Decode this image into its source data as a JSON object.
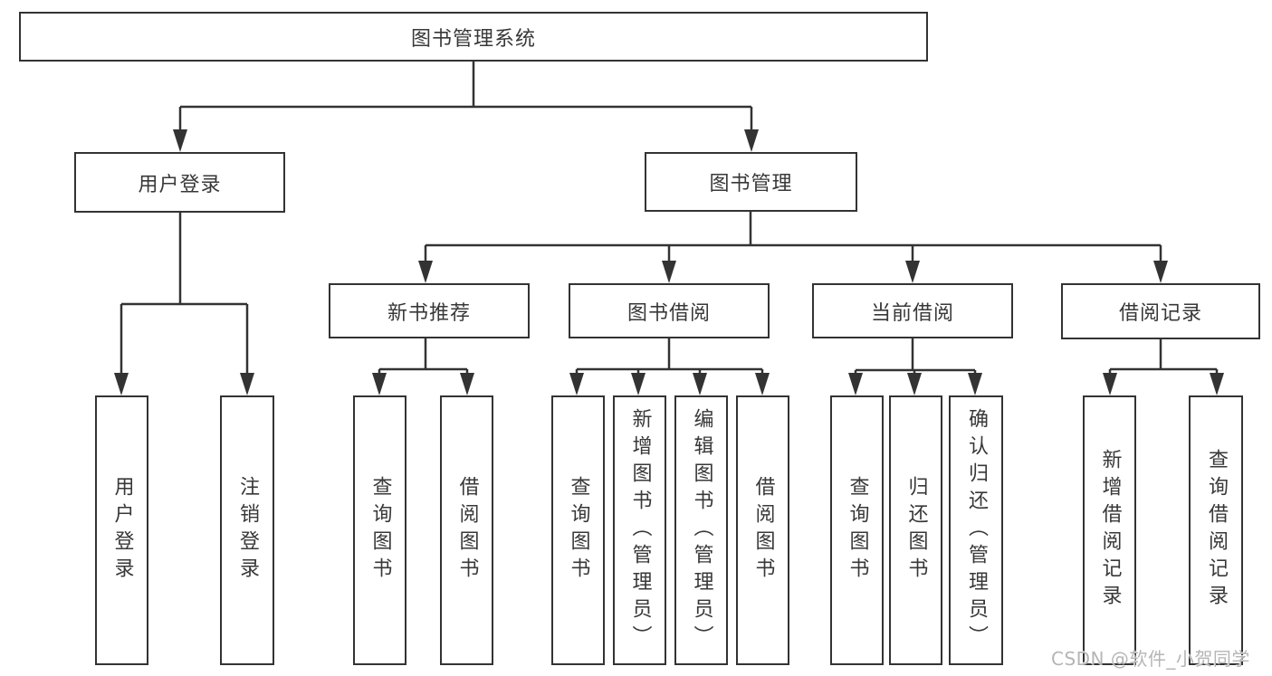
{
  "diagram": {
    "root": {
      "label": "图书管理系统"
    },
    "branches": [
      {
        "label": "用户登录",
        "children": [
          {
            "label": "用户登录"
          },
          {
            "label": "注销登录"
          }
        ]
      },
      {
        "label": "图书管理",
        "children": [
          {
            "label": "新书推荐",
            "children": [
              {
                "label": "查询图书"
              },
              {
                "label": "借阅图书"
              }
            ]
          },
          {
            "label": "图书借阅",
            "children": [
              {
                "label": "查询图书"
              },
              {
                "label": "新增图书（管理员）"
              },
              {
                "label": "编辑图书（管理员）"
              },
              {
                "label": "借阅图书"
              }
            ]
          },
          {
            "label": "当前借阅",
            "children": [
              {
                "label": "查询图书"
              },
              {
                "label": "归还图书"
              },
              {
                "label": "确认归还（管理员）"
              }
            ]
          },
          {
            "label": "借阅记录",
            "children": [
              {
                "label": "新增借阅记录"
              },
              {
                "label": "查询借阅记录"
              }
            ]
          }
        ]
      }
    ]
  },
  "watermark": {
    "text": "CSDN @软件_小贺同学"
  },
  "colors": {
    "line": "#333333",
    "text": "#383838",
    "watermark": "#b5b5b5",
    "background": "#ffffff"
  }
}
